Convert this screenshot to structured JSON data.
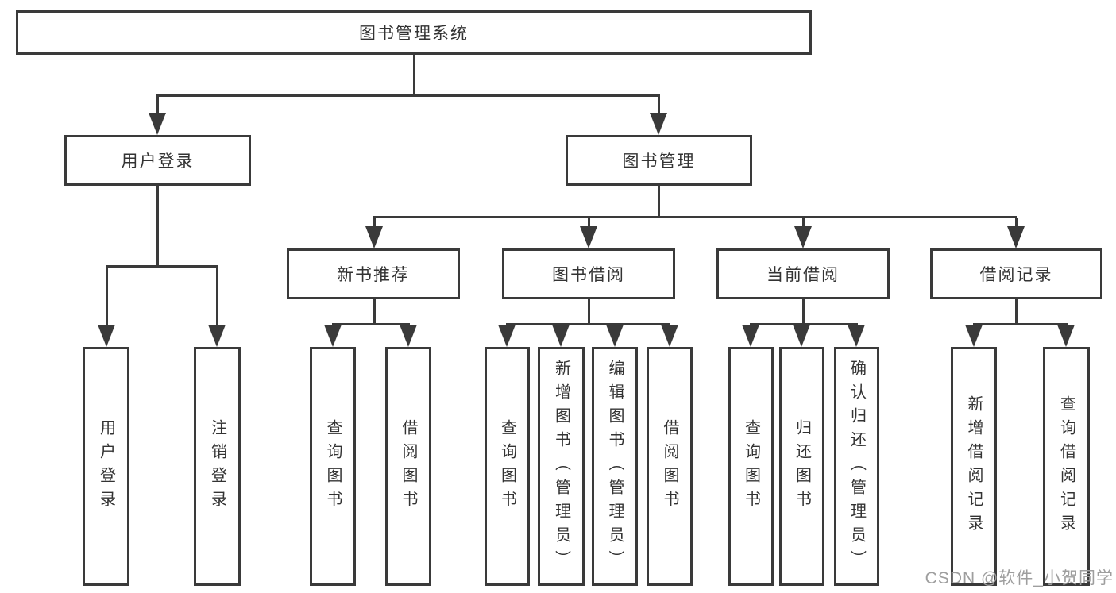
{
  "diagram": {
    "root": {
      "label": "图书管理系统"
    },
    "branches": [
      {
        "label": "用户登录",
        "children": [
          {
            "label": "用户登录"
          },
          {
            "label": "注销登录"
          }
        ]
      },
      {
        "label": "图书管理",
        "children": [
          {
            "label": "新书推荐",
            "children": [
              {
                "label": "查询图书"
              },
              {
                "label": "借阅图书"
              }
            ]
          },
          {
            "label": "图书借阅",
            "children": [
              {
                "label": "查询图书"
              },
              {
                "label": "新增图书（管理员）"
              },
              {
                "label": "编辑图书（管理员）"
              },
              {
                "label": "借阅图书"
              }
            ]
          },
          {
            "label": "当前借阅",
            "children": [
              {
                "label": "查询图书"
              },
              {
                "label": "归还图书"
              },
              {
                "label": "确认归还（管理员）"
              }
            ]
          },
          {
            "label": "借阅记录",
            "children": [
              {
                "label": "新增借阅记录"
              },
              {
                "label": "查询借阅记录"
              }
            ]
          }
        ]
      }
    ]
  },
  "watermark": {
    "text": "CSDN @软件_小贺同学"
  },
  "colors": {
    "line": "#3a3a3a",
    "text": "#333333",
    "watermark": "#9e9e9e",
    "bg": "#ffffff"
  }
}
